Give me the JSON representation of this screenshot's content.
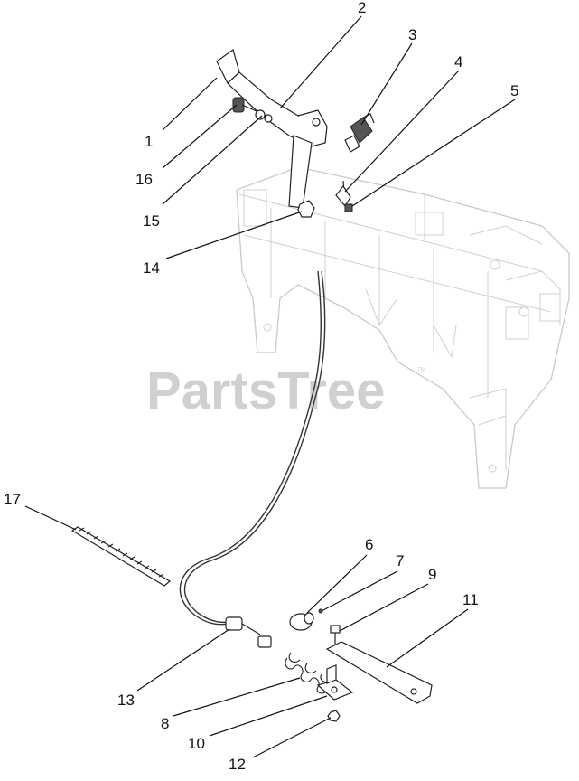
{
  "watermark": {
    "text": "PartsTree",
    "trademark": "™"
  },
  "callouts": {
    "c1": "1",
    "c2": "2",
    "c3": "3",
    "c4": "4",
    "c5": "5",
    "c6": "6",
    "c7": "7",
    "c8": "8",
    "c9": "9",
    "c10": "10",
    "c11": "11",
    "c12": "12",
    "c13": "13",
    "c14": "14",
    "c15": "15",
    "c16": "16",
    "c17": "17"
  },
  "colors": {
    "line": "#111111",
    "frame": "#c9c9c9",
    "watermark": "#d0d0d0",
    "background": "#ffffff"
  }
}
